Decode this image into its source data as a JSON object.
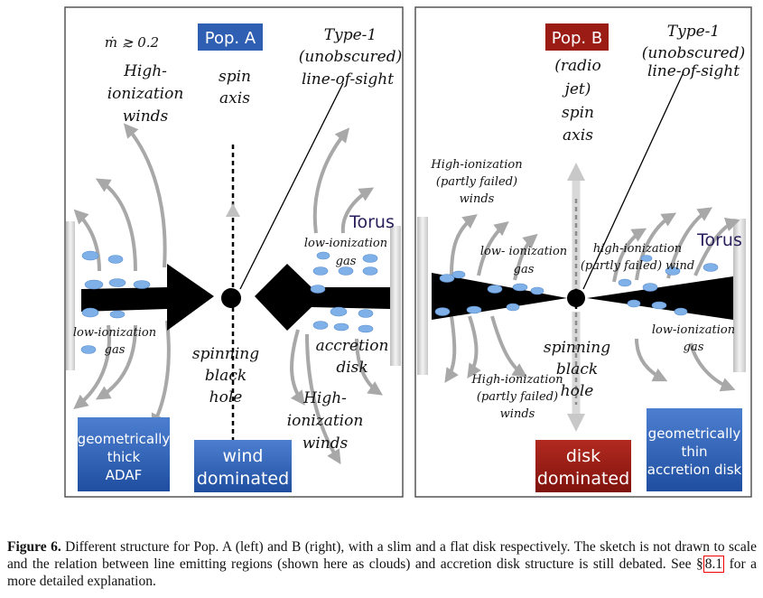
{
  "panel_a": {
    "badge": "Pop. A",
    "mdot": "ṁ ≳ 0.2",
    "winds": [
      "High-",
      "ionization",
      "winds"
    ],
    "spin": [
      "spin",
      "axis"
    ],
    "type1": [
      "Type-1",
      "(unobscured)",
      "line-of-sight"
    ],
    "torus": "Torus",
    "low_gas_right": [
      "low-ionization",
      "gas"
    ],
    "low_gas_left": [
      "low-ionization",
      "gas"
    ],
    "accretion": [
      "accretion",
      "disk"
    ],
    "bh": [
      "spinning",
      "black",
      "hole"
    ],
    "winds_bottom": [
      "High-",
      "ionization",
      "winds"
    ],
    "box_left": [
      "geometrically",
      "thick",
      "ADAF"
    ],
    "box_center": [
      "wind",
      "dominated"
    ]
  },
  "panel_b": {
    "badge": "Pop. B",
    "jet": [
      "(radio",
      "jet)",
      "spin",
      "axis"
    ],
    "type1": [
      "Type-1",
      "(unobscured)",
      "line-of-sight"
    ],
    "winds_top_left": [
      "High-ionization",
      "(partly failed)",
      "winds"
    ],
    "low_gas_left": [
      "low- ionization",
      "gas"
    ],
    "winds_right": [
      "high-ionization",
      "(partly failed) wind"
    ],
    "torus": "Torus",
    "low_gas_right": [
      "low-ionization",
      "gas"
    ],
    "bh": [
      "spinning",
      "black",
      "hole"
    ],
    "winds_bottom": [
      "High-ionization",
      "(partly failed)",
      "winds"
    ],
    "box_center": [
      "disk",
      "dominated"
    ],
    "box_right": [
      "geometrically",
      "thin",
      "accretion disk"
    ]
  },
  "caption": {
    "label": "Figure 6.",
    "text_1": " Different structure for Pop. A (left) and B (right), with a slim and a flat disk respectively. The sketch is not drawn to scale and the relation between line emitting regions (shown here as clouds) and accretion disk structure is still debated. See §",
    "ref": "8.1",
    "text_2": " for a more detailed explanation."
  },
  "colors": {
    "blue_badge": "#2f5fb3",
    "red_badge": "#9b1c14",
    "cloud": "#7fb0e8",
    "arrow": "#a8a8a8",
    "torus": "#2a1f5c"
  }
}
